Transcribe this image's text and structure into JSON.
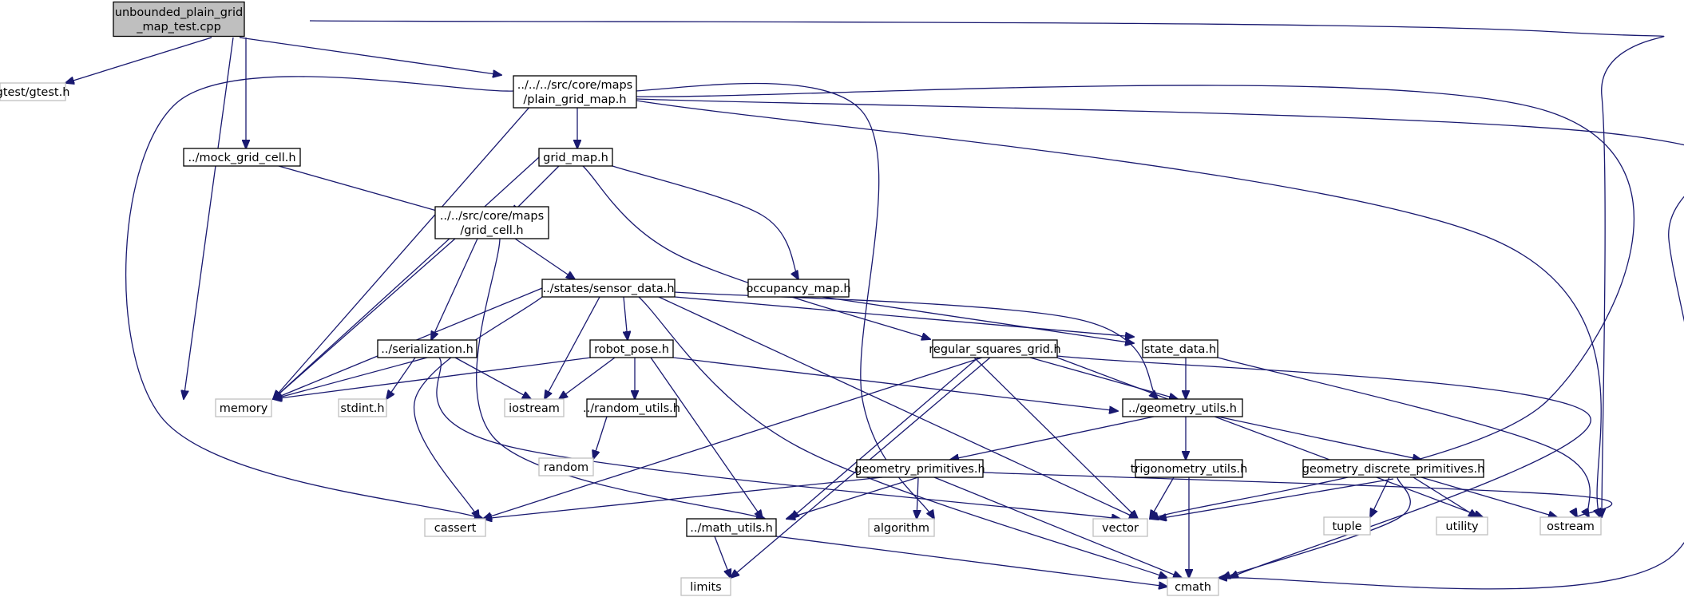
{
  "diagram": {
    "colors": {
      "edge": "#191970",
      "root_fill": "#bfbfbf",
      "local_border": "#000000",
      "system_border": "#bfbfbf"
    },
    "nodes": [
      {
        "id": "root",
        "lines": [
          "unbounded_plain_grid",
          "_map_test.cpp"
        ],
        "kind": "root"
      },
      {
        "id": "gtest",
        "lines": [
          "gtest/gtest.h"
        ],
        "kind": "system"
      },
      {
        "id": "plain",
        "lines": [
          "../../../src/core/maps",
          "/plain_grid_map.h"
        ],
        "kind": "local"
      },
      {
        "id": "mock",
        "lines": [
          "../mock_grid_cell.h"
        ],
        "kind": "local"
      },
      {
        "id": "memory",
        "lines": [
          "memory"
        ],
        "kind": "system"
      },
      {
        "id": "ostream",
        "lines": [
          "ostream"
        ],
        "kind": "system"
      },
      {
        "id": "gridmap",
        "lines": [
          "grid_map.h"
        ],
        "kind": "local"
      },
      {
        "id": "gridcell",
        "lines": [
          "../../src/core/maps",
          "/grid_cell.h"
        ],
        "kind": "local"
      },
      {
        "id": "sensor",
        "lines": [
          "../states/sensor_data.h"
        ],
        "kind": "local"
      },
      {
        "id": "occupancy",
        "lines": [
          "occupancy_map.h"
        ],
        "kind": "local"
      },
      {
        "id": "serial",
        "lines": [
          "../serialization.h"
        ],
        "kind": "local"
      },
      {
        "id": "robot",
        "lines": [
          "robot_pose.h"
        ],
        "kind": "local"
      },
      {
        "id": "regular",
        "lines": [
          "regular_squares_grid.h"
        ],
        "kind": "local"
      },
      {
        "id": "state",
        "lines": [
          "state_data.h"
        ],
        "kind": "local"
      },
      {
        "id": "stdint",
        "lines": [
          "stdint.h"
        ],
        "kind": "system"
      },
      {
        "id": "iostream",
        "lines": [
          "iostream"
        ],
        "kind": "system"
      },
      {
        "id": "random_utils",
        "lines": [
          "../random_utils.h"
        ],
        "kind": "local"
      },
      {
        "id": "geometry_utils",
        "lines": [
          "../geometry_utils.h"
        ],
        "kind": "local"
      },
      {
        "id": "random",
        "lines": [
          "random"
        ],
        "kind": "system"
      },
      {
        "id": "geom_prim",
        "lines": [
          "geometry_primitives.h"
        ],
        "kind": "local"
      },
      {
        "id": "trig",
        "lines": [
          "trigonometry_utils.h"
        ],
        "kind": "local"
      },
      {
        "id": "geom_disc",
        "lines": [
          "geometry_discrete_primitives.h"
        ],
        "kind": "local"
      },
      {
        "id": "cassert",
        "lines": [
          "cassert"
        ],
        "kind": "system"
      },
      {
        "id": "math",
        "lines": [
          "../math_utils.h"
        ],
        "kind": "local"
      },
      {
        "id": "algorithm",
        "lines": [
          "algorithm"
        ],
        "kind": "system"
      },
      {
        "id": "vector",
        "lines": [
          "vector"
        ],
        "kind": "system"
      },
      {
        "id": "tuple",
        "lines": [
          "tuple"
        ],
        "kind": "system"
      },
      {
        "id": "utility",
        "lines": [
          "utility"
        ],
        "kind": "system"
      },
      {
        "id": "limits",
        "lines": [
          "limits"
        ],
        "kind": "system"
      },
      {
        "id": "cmath",
        "lines": [
          "cmath"
        ],
        "kind": "system"
      }
    ]
  }
}
